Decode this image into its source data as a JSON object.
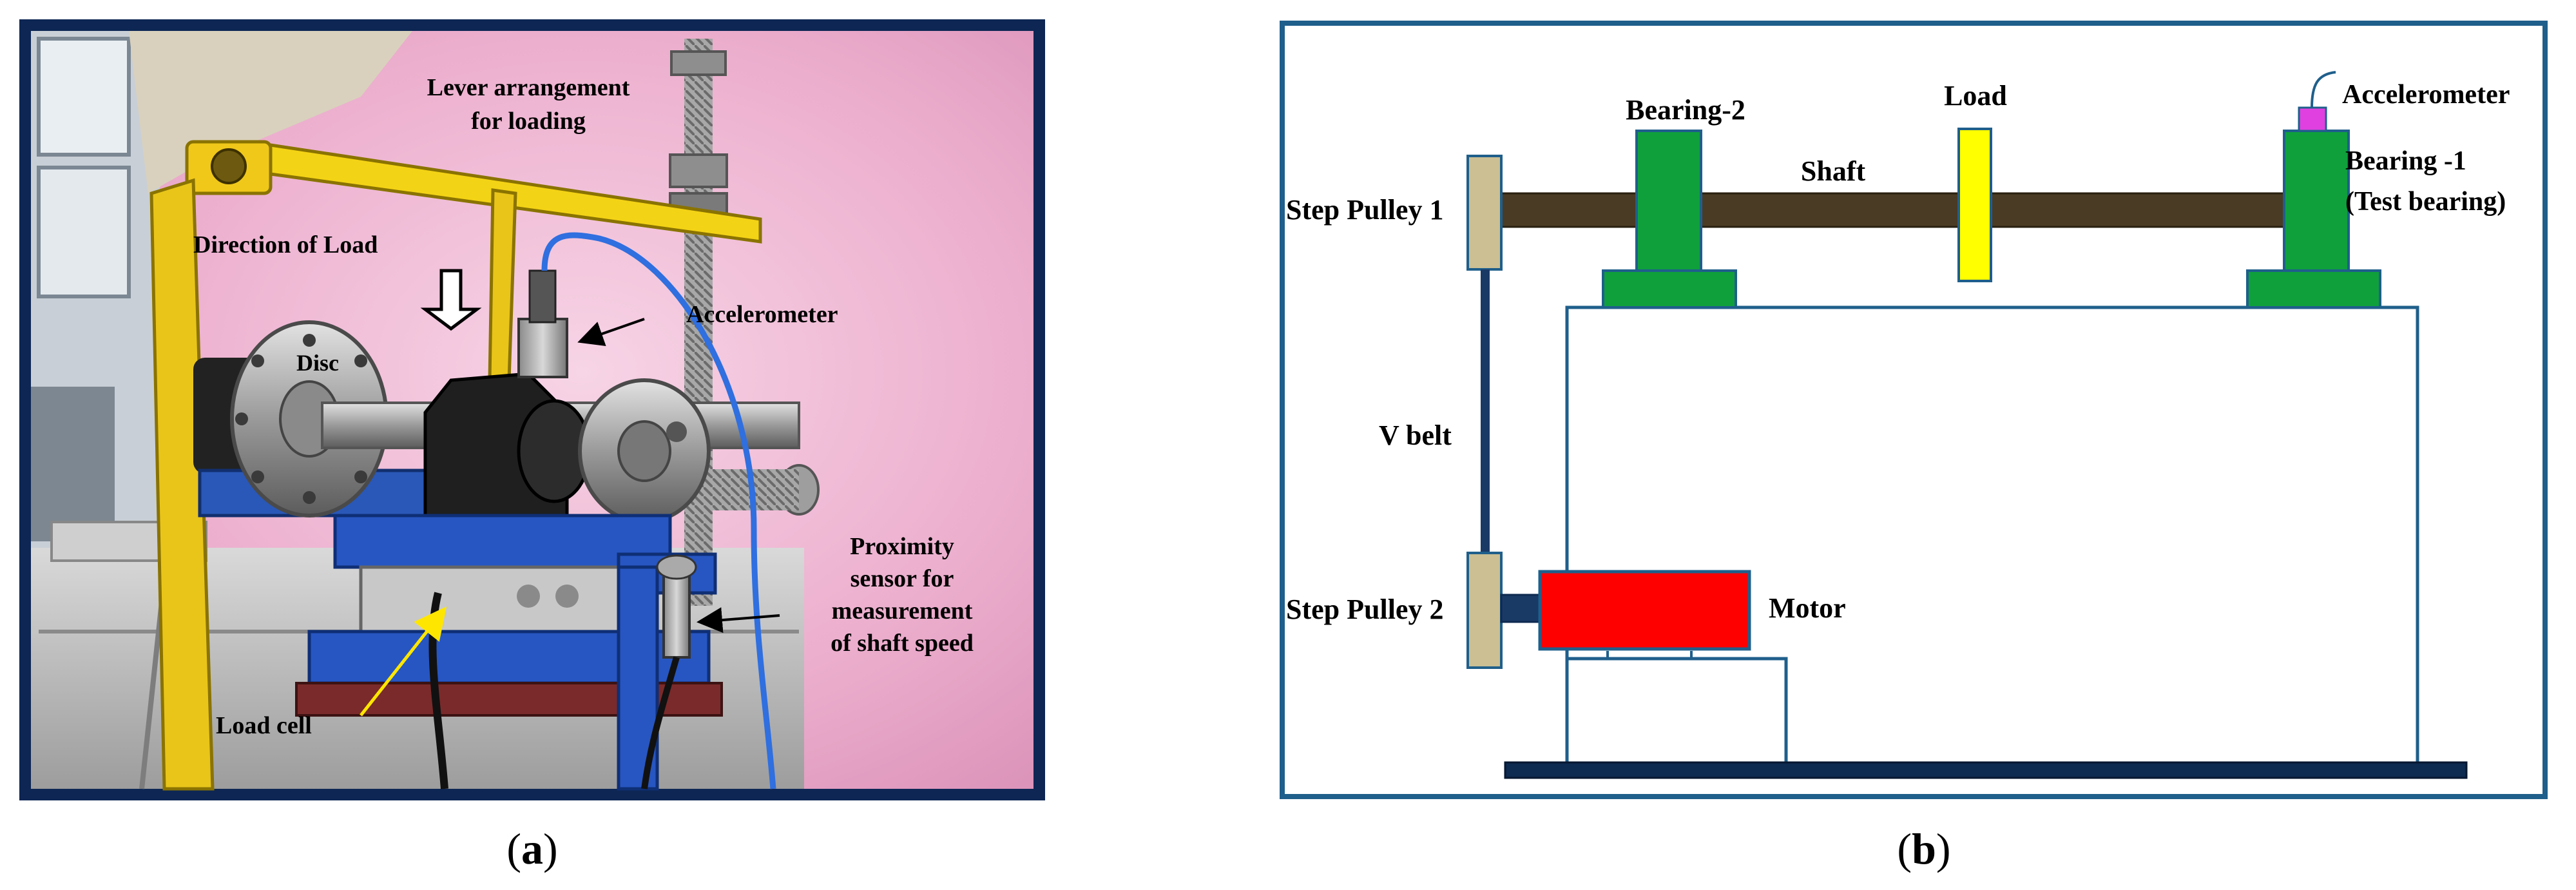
{
  "panel_a": {
    "labels": {
      "lever": [
        "Lever arrangement",
        "for loading"
      ],
      "direction": "Direction of Load",
      "disc": "Disc",
      "accelerometer": "Accelerometer",
      "proximity": [
        "Proximity",
        "sensor for",
        "measurement",
        "of shaft speed"
      ],
      "load_cell": "Load cell"
    },
    "caption": {
      "open": "(",
      "letter": "a",
      "close": ")"
    }
  },
  "panel_b": {
    "labels": {
      "bearing2": "Bearing-2",
      "load": "Load",
      "accelerometer": "Accelerometer",
      "bearing1": [
        "Bearing -1",
        "(Test bearing)"
      ],
      "shaft": "Shaft",
      "pulley1": "Step Pulley 1",
      "vbelt": "V belt",
      "pulley2": "Step Pulley 2",
      "motor": "Motor"
    },
    "caption": {
      "open": "(",
      "letter": "b",
      "close": ")"
    },
    "colors": {
      "frame": "#1f5f8b",
      "shaft": "#4a3b24",
      "bearing": "#0fa03c",
      "load": "#ffff00",
      "accelerometer": "#e040e0",
      "pulley": "#cbbf93",
      "motor": "#ff0000",
      "belt": "#1a3a66",
      "base": "#0d2a50"
    }
  }
}
